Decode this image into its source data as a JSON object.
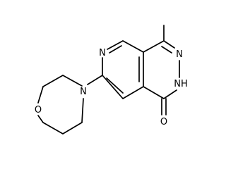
{
  "atom_labels": {
    "pyridine_n": "N",
    "ring_n": "N",
    "nh": "NH",
    "carbonyl_o": "O",
    "morpholine_n": "N",
    "morpholine_o": "O"
  },
  "colors": {
    "background": "#ffffff",
    "ink": "#000000"
  }
}
